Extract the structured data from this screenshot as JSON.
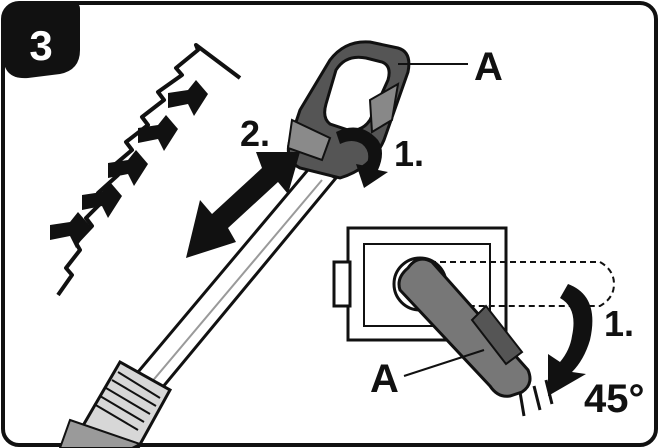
{
  "figure": {
    "step_number": "3",
    "labels": {
      "part_a_top": "A",
      "part_a_bottom": "A",
      "step_2": "2.",
      "step_1_top": "1.",
      "step_1_right": "1.",
      "angle": "45°"
    },
    "colors": {
      "ink": "#111111",
      "dark_gray": "#505050",
      "mid_gray": "#8a8a8a",
      "light_gray": "#c9c9c9",
      "paper": "#ffffff"
    },
    "icons": [
      "number-badge-icon",
      "airflow-arrows-icon",
      "double-arrow-icon",
      "rotate-arrow-icon",
      "rotate-down-arrow-icon"
    ]
  }
}
